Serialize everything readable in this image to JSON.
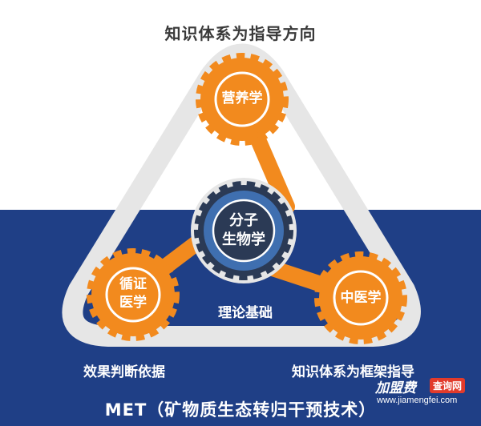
{
  "diagram": {
    "top_title": "知识体系为指导方向",
    "nodes": {
      "nutrition": {
        "label": "营养学"
      },
      "molecular": {
        "label_line1": "分子",
        "label_line2": "生物学"
      },
      "evidence": {
        "label_line1": "循证",
        "label_line2": "医学"
      },
      "tcm": {
        "label": "中医学"
      }
    },
    "labels": {
      "theory_basis": "理论基础",
      "effect_basis": "效果判断依据",
      "framework_guide": "知识体系为框架指导"
    },
    "bottom_title": "MET（矿物质生态转归干预技术）",
    "colors": {
      "orange": "#f28a1e",
      "navy": "#1f3f86",
      "center_dark": "#2b3a55",
      "center_blue": "#3f6fb0",
      "frame_grey": "#e6e6e6"
    }
  },
  "watermark": {
    "brand": "加盟费",
    "badge": "查询网",
    "url": "www.jiamengfei.com"
  }
}
